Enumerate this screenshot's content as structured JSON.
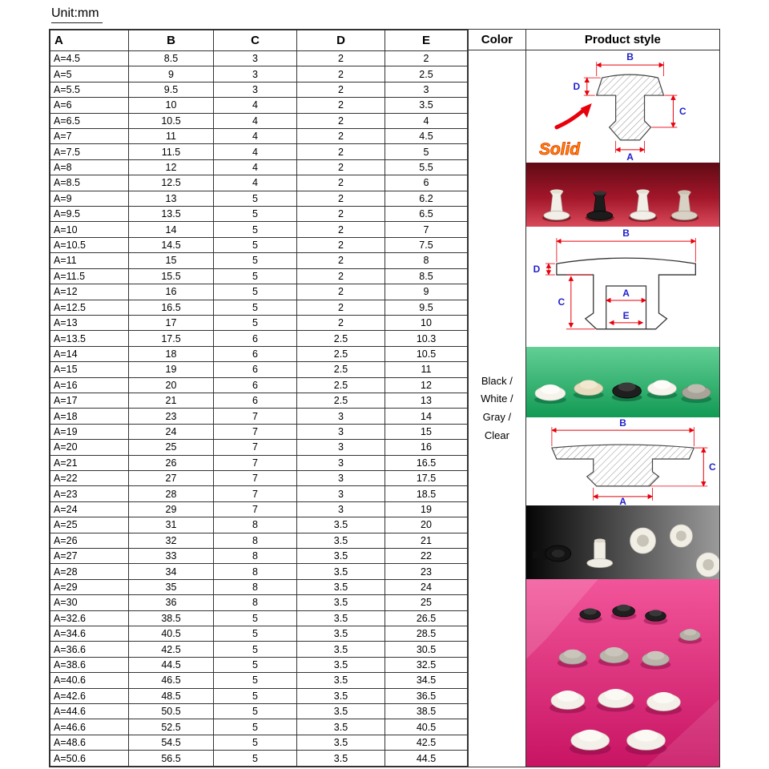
{
  "unit_label": "Unit:mm",
  "table": {
    "headers": [
      "A",
      "B",
      "C",
      "D",
      "E",
      "Color",
      "Product style"
    ],
    "color_lines": [
      "Black /",
      "White /",
      "Gray /",
      "Clear"
    ],
    "rows": [
      [
        "A=4.5",
        "8.5",
        "3",
        "2",
        "2"
      ],
      [
        "A=5",
        "9",
        "3",
        "2",
        "2.5"
      ],
      [
        "A=5.5",
        "9.5",
        "3",
        "2",
        "3"
      ],
      [
        "A=6",
        "10",
        "4",
        "2",
        "3.5"
      ],
      [
        "A=6.5",
        "10.5",
        "4",
        "2",
        "4"
      ],
      [
        "A=7",
        "11",
        "4",
        "2",
        "4.5"
      ],
      [
        "A=7.5",
        "11.5",
        "4",
        "2",
        "5"
      ],
      [
        "A=8",
        "12",
        "4",
        "2",
        "5.5"
      ],
      [
        "A=8.5",
        "12.5",
        "4",
        "2",
        "6"
      ],
      [
        "A=9",
        "13",
        "5",
        "2",
        "6.2"
      ],
      [
        "A=9.5",
        "13.5",
        "5",
        "2",
        "6.5"
      ],
      [
        "A=10",
        "14",
        "5",
        "2",
        "7"
      ],
      [
        "A=10.5",
        "14.5",
        "5",
        "2",
        "7.5"
      ],
      [
        "A=11",
        "15",
        "5",
        "2",
        "8"
      ],
      [
        "A=11.5",
        "15.5",
        "5",
        "2",
        "8.5"
      ],
      [
        "A=12",
        "16",
        "5",
        "2",
        "9"
      ],
      [
        "A=12.5",
        "16.5",
        "5",
        "2",
        "9.5"
      ],
      [
        "A=13",
        "17",
        "5",
        "2",
        "10"
      ],
      [
        "A=13.5",
        "17.5",
        "6",
        "2.5",
        "10.3"
      ],
      [
        "A=14",
        "18",
        "6",
        "2.5",
        "10.5"
      ],
      [
        "A=15",
        "19",
        "6",
        "2.5",
        "11"
      ],
      [
        "A=16",
        "20",
        "6",
        "2.5",
        "12"
      ],
      [
        "A=17",
        "21",
        "6",
        "2.5",
        "13"
      ],
      [
        "A=18",
        "23",
        "7",
        "3",
        "14"
      ],
      [
        "A=19",
        "24",
        "7",
        "3",
        "15"
      ],
      [
        "A=20",
        "25",
        "7",
        "3",
        "16"
      ],
      [
        "A=21",
        "26",
        "7",
        "3",
        "16.5"
      ],
      [
        "A=22",
        "27",
        "7",
        "3",
        "17.5"
      ],
      [
        "A=23",
        "28",
        "7",
        "3",
        "18.5"
      ],
      [
        "A=24",
        "29",
        "7",
        "3",
        "19"
      ],
      [
        "A=25",
        "31",
        "8",
        "3.5",
        "20"
      ],
      [
        "A=26",
        "32",
        "8",
        "3.5",
        "21"
      ],
      [
        "A=27",
        "33",
        "8",
        "3.5",
        "22"
      ],
      [
        "A=28",
        "34",
        "8",
        "3.5",
        "23"
      ],
      [
        "A=29",
        "35",
        "8",
        "3.5",
        "24"
      ],
      [
        "A=30",
        "36",
        "8",
        "3.5",
        "25"
      ],
      [
        "A=32.6",
        "38.5",
        "5",
        "3.5",
        "26.5"
      ],
      [
        "A=34.6",
        "40.5",
        "5",
        "3.5",
        "28.5"
      ],
      [
        "A=36.6",
        "42.5",
        "5",
        "3.5",
        "30.5"
      ],
      [
        "A=38.6",
        "44.5",
        "5",
        "3.5",
        "32.5"
      ],
      [
        "A=40.6",
        "46.5",
        "5",
        "3.5",
        "34.5"
      ],
      [
        "A=42.6",
        "48.5",
        "5",
        "3.5",
        "36.5"
      ],
      [
        "A=44.6",
        "50.5",
        "5",
        "3.5",
        "38.5"
      ],
      [
        "A=46.6",
        "52.5",
        "5",
        "3.5",
        "40.5"
      ],
      [
        "A=48.6",
        "54.5",
        "5",
        "3.5",
        "42.5"
      ],
      [
        "A=50.6",
        "56.5",
        "5",
        "3.5",
        "44.5"
      ]
    ]
  },
  "diagrams": {
    "solid_cross_section": {
      "b": "B",
      "d": "D",
      "c": "C",
      "a": "A",
      "caption": "Solid"
    },
    "hollow_cross_section": {
      "b": "B",
      "d": "D",
      "c": "C",
      "a": "A",
      "e": "E"
    },
    "flange_cross_section": {
      "b": "B",
      "c": "C",
      "a": "A"
    }
  },
  "colors": {
    "dimension_line": "#e8000b",
    "dimension_label": "#2222cc",
    "solid_caption": "#ff8a00"
  }
}
